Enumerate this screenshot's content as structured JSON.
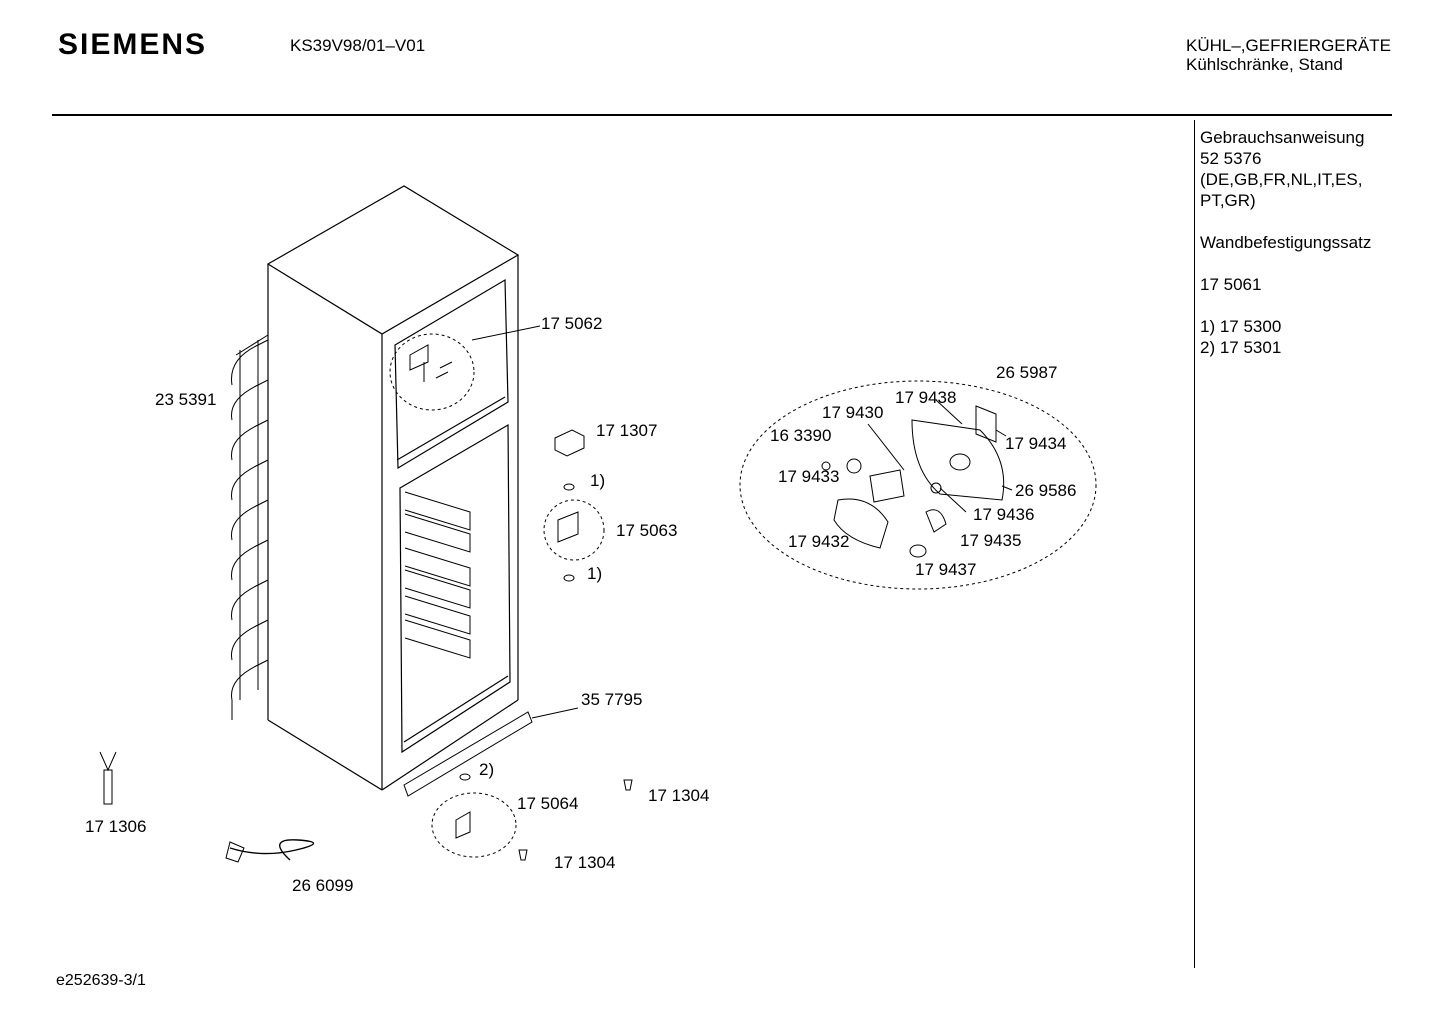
{
  "header": {
    "brand": "SIEMENS",
    "model": "KS39V98/01–V01",
    "category_line1": "KÜHL–,GEFRIERGERÄTE",
    "category_line2": "Kühlschränke, Stand"
  },
  "sidebar": {
    "manual_title": "Gebrauchsanweisung",
    "manual_number": "52 5376",
    "manual_languages_1": "(DE,GB,FR,NL,IT,ES,",
    "manual_languages_2": "PT,GR)",
    "wall_kit_title": "Wandbefestigungssatz",
    "wall_kit_number": "17 5061",
    "note_1": "1)  17 5300",
    "note_2": "2)  17 5301"
  },
  "parts": {
    "p235391": "23 5391",
    "p175062": "17 5062",
    "p171307": "17 1307",
    "p_ref1a": "1)",
    "p175063": "17 5063",
    "p_ref1b": "1)",
    "p357795": "35 7795",
    "p_ref2": "2)",
    "p175064": "17 5064",
    "p171304a": "17 1304",
    "p171304b": "17 1304",
    "p171306": "17 1306",
    "p266099": "26 6099",
    "p265987": "26 5987",
    "p179438": "17 9438",
    "p179430": "17 9430",
    "p163390": "16 3390",
    "p179434": "17 9434",
    "p179433": "17 9433",
    "p269586": "26 9586",
    "p179436": "17 9436",
    "p179432": "17 9432",
    "p179435": "17 9435",
    "p179437": "17 9437"
  },
  "footer": {
    "drawing_id": "e252639-3/1"
  }
}
